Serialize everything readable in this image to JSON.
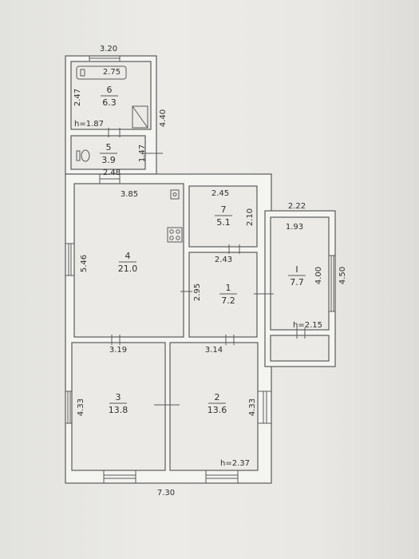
{
  "dimensions": {
    "top_width": "3.20",
    "bath_length": "2.75",
    "bath_side": "2.47",
    "left_wing_depth": "4.40",
    "bath_height": "h=1.87",
    "wc_side": "1.47",
    "wc_width": "2.48",
    "room4_top": "3.85",
    "room7_top": "2.45",
    "room7_side": "2.10",
    "annex_outer": "2.22",
    "annex_inner": "1.93",
    "room4_side": "5.46",
    "room1_top": "2.43",
    "annex_side": "4.00",
    "annex_outer_side": "4.50",
    "room1_side": "2.95",
    "annex_height": "h=2.15",
    "room3_top": "3.19",
    "room2_top": "3.14",
    "room3_side": "4.33",
    "room2_side": "4.33",
    "main_height": "h=2.37",
    "total_width": "7.30"
  },
  "rooms": {
    "r6": {
      "number": "6",
      "area": "6.3"
    },
    "r5": {
      "number": "5",
      "area": "3.9"
    },
    "r4": {
      "number": "4",
      "area": "21.0"
    },
    "r7": {
      "number": "7",
      "area": "5.1"
    },
    "r1": {
      "number": "1",
      "area": "7.2"
    },
    "rI": {
      "number": "I",
      "area": "7.7"
    },
    "r3": {
      "number": "3",
      "area": "13.8"
    },
    "r2": {
      "number": "2",
      "area": "13.6"
    }
  },
  "colors": {
    "line": "#5a5a5a",
    "paper": "#ecebe8"
  },
  "icons": [
    "bathtub-icon",
    "toilet-icon",
    "stove-icon",
    "sink-icon",
    "stairs-icon"
  ]
}
